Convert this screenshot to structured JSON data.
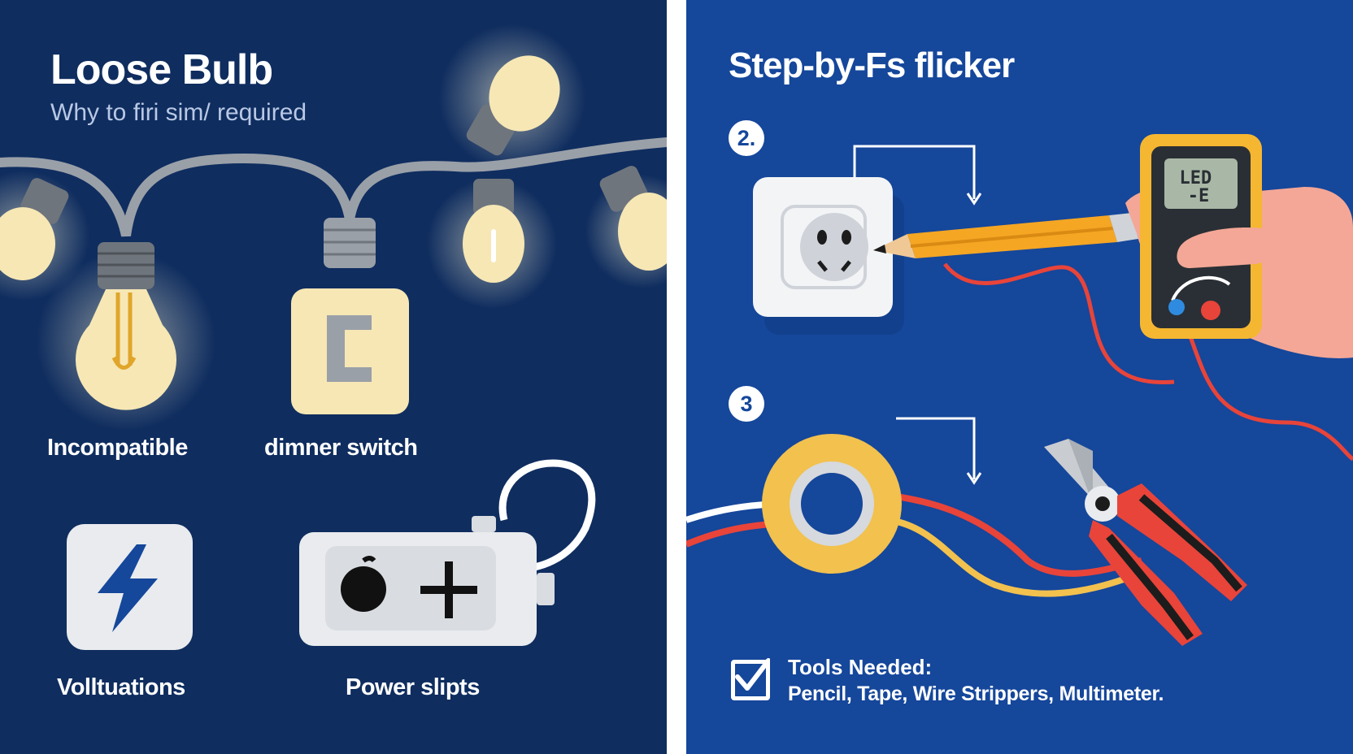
{
  "left_panel": {
    "title": "Loose Bulb",
    "subtitle": "Why to firi sim/ required",
    "items": [
      {
        "label": "Incompatible"
      },
      {
        "label": "dimner switch"
      },
      {
        "label": "Volltuations"
      },
      {
        "label": "Power slipts"
      }
    ]
  },
  "right_panel": {
    "title": "Step-by-Fs flicker",
    "steps": [
      {
        "number": "2."
      },
      {
        "number": "3"
      }
    ],
    "multimeter_display": "LED\n-E",
    "tools": {
      "title": "Tools Needed:",
      "list": "Pencil, Tape, Wire Strippers, Multimeter."
    }
  },
  "colors": {
    "left_background": "#0f2d5f",
    "right_background": "#15479b",
    "divider": "#ffffff",
    "bulb_glow": "#f6e7b4",
    "wire": "#9aa0a8",
    "tape": "#f2c14e",
    "plier_handle": "#e8443a",
    "pencil": "#f5a623",
    "multimeter_body": "#f5b731"
  }
}
